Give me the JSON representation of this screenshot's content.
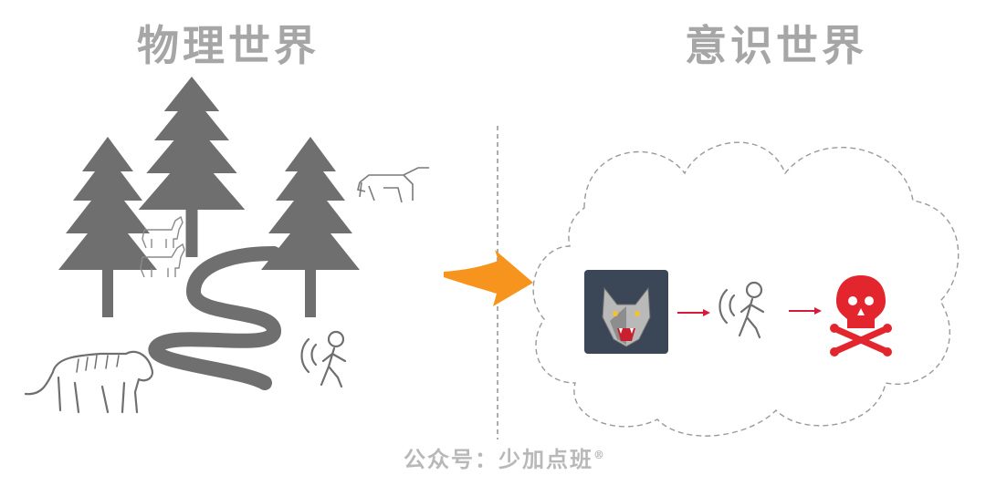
{
  "titles": {
    "physical": "物理世界",
    "conscious": "意识世界"
  },
  "watermark": {
    "text": "公众号：少加点班",
    "mark": "®"
  },
  "colors": {
    "title": "#a6a6a6",
    "tree": "#6f6f6f",
    "arrow": "#f7941d",
    "small_arrow": "#d9193a",
    "skull": "#e3262e",
    "wolf_bg": "#3b4656",
    "cloud": "#9a9a9a"
  },
  "icons": {
    "trees": "pine-tree-icon",
    "goats": "goat-icon",
    "dog": "dog-icon",
    "tiger": "tiger-icon",
    "river": "winding-river-icon",
    "walker": "walking-person-icon",
    "wolf": "wolf-icon",
    "skull": "skull-crossbones-icon",
    "main_arrow": "arrow-right-icon",
    "cloud": "thought-cloud-icon"
  }
}
